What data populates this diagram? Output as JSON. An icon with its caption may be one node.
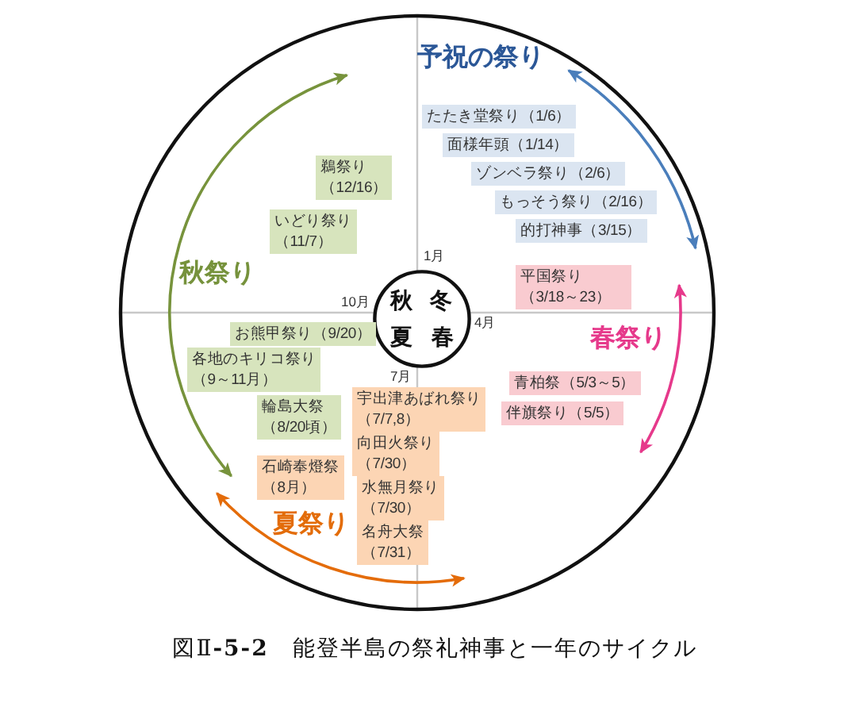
{
  "diagram": {
    "caption": "図Ⅱ**-5-2**　能登半島の祭礼神事と一年のサイクル",
    "nodes": [
      {
        "text": [
          "たたき堂祭り（1/6）"
        ]
      },
      {
        "text": [
          "面様年頭（1/14）"
        ]
      },
      {
        "text": [
          "鵜祭り（12/16）"
        ]
      },
      {
        "text": [
          "ゾンベラ祭り（2/6）"
        ]
      },
      {
        "text": [
          "もっそう祭り（2/16）"
        ]
      },
      {
        "text": [
          "いどり祭り（11/7）"
        ]
      },
      {
        "text": [
          "的打神事（3/15）"
        ]
      },
      {
        "text": [
          "秋",
          "冬",
          "夏",
          "春"
        ]
      },
      {
        "text": [
          "平国祭り（3/18～23）"
        ]
      },
      {
        "text": [
          "お熊甲祭り（9/20）"
        ]
      },
      {
        "text": [
          "各地のキリコ祭り（9～11月）"
        ]
      },
      {
        "text": [
          "青柏祭（5/3～5）"
        ]
      },
      {
        "text": [
          "宇出津あばれ祭り（7/7,8）"
        ]
      },
      {
        "text": [
          "輪島大祭（8/20頃）"
        ]
      },
      {
        "text": [
          "伴旗祭り（5/5）"
        ]
      },
      {
        "text": [
          "向田火祭り（7/30）"
        ]
      },
      {
        "text": [
          "石崎奉燈祭（8月）"
        ]
      },
      {
        "text": [
          "水無月祭り（7/30）"
        ]
      },
      {
        "text": [
          "名舟大祭（7/31）"
        ]
      }
    ],
    "labels": [
      "予祝の祭り",
      "1月",
      "秋祭り",
      "10月",
      "4月",
      "春祭り",
      "7月",
      "夏祭り"
    ]
  }
}
